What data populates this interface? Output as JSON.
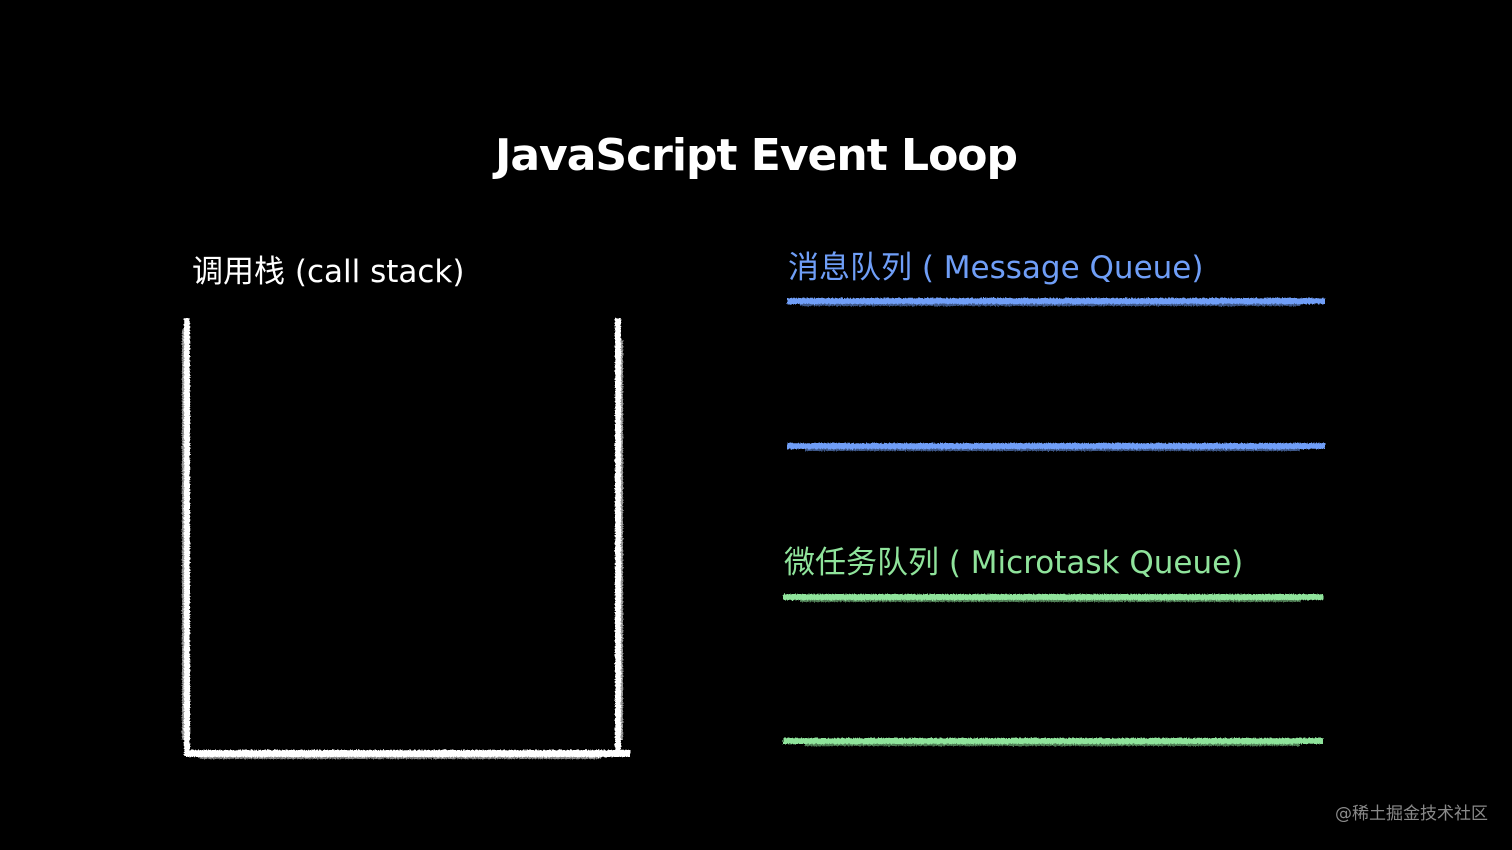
{
  "title": "JavaScript Event Loop",
  "call_stack": {
    "label": "调用栈 (call stack)",
    "color": "#ffffff"
  },
  "message_queue": {
    "label": "消息队列 ( Message Queue)",
    "color": "#6f9ef7"
  },
  "microtask_queue": {
    "label": "微任务队列 ( Microtask Queue)",
    "color": "#8fe39b"
  },
  "watermark": "@稀土掘金技术社区"
}
